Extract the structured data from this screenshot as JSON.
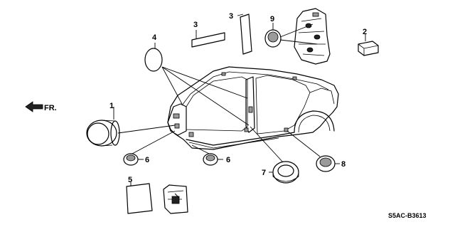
{
  "direction_label": "FR.",
  "diagram_code": "S5AC-B3613",
  "callouts": {
    "c1": "1",
    "c2": "2",
    "c3a": "3",
    "c3b": "3",
    "c4": "4",
    "c5": "5",
    "c6a": "6",
    "c6b": "6",
    "c7": "7",
    "c8": "8",
    "c9": "9"
  }
}
